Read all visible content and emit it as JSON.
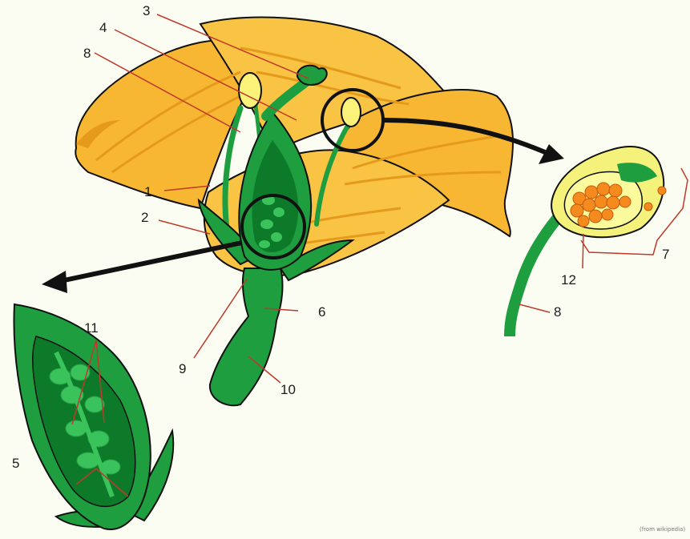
{
  "diagram": {
    "labels": [
      "1",
      "2",
      "3",
      "4",
      "8",
      "6",
      "9",
      "10",
      "11",
      "5",
      "12",
      "7",
      "8"
    ],
    "credit": "(from wikipedia)",
    "colors": {
      "background": "#fbfdf2",
      "petal": "#f7b733",
      "petal_vein": "#e59a1c",
      "green": "#1e9e3f",
      "dark_green": "#0d7a2a",
      "light_green": "#39c35a",
      "pollen": "#f58a1f",
      "leader_line": "#c0392b",
      "outline": "#111111"
    }
  }
}
